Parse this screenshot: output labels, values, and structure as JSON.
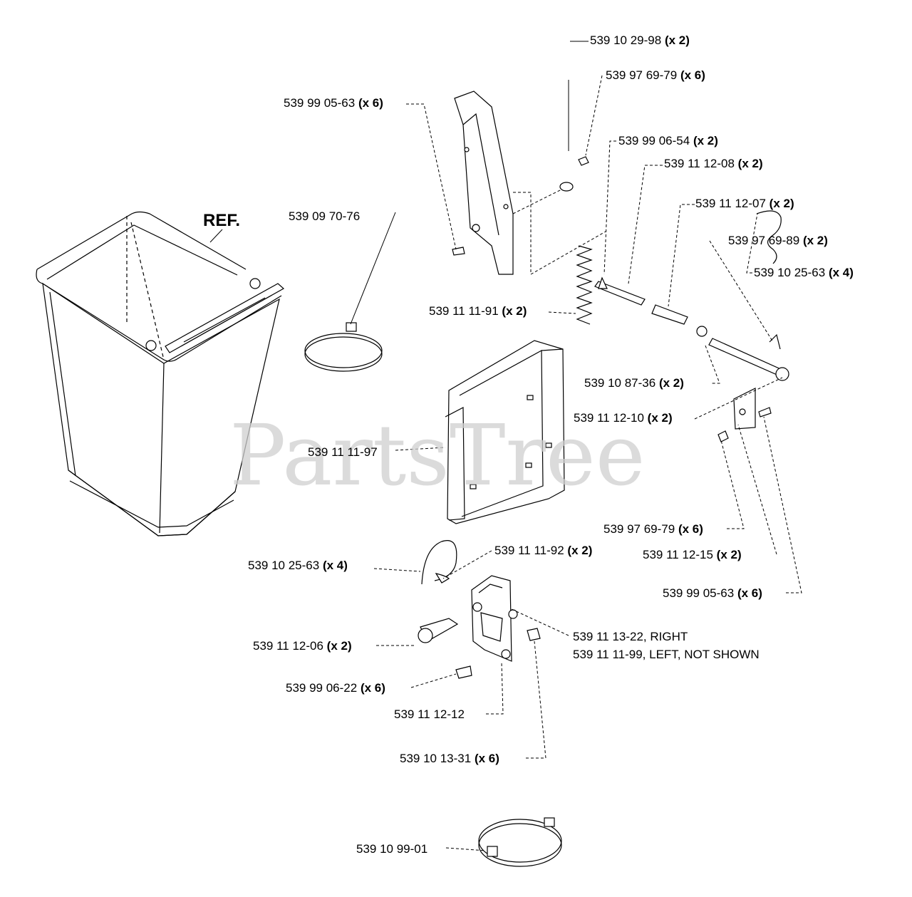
{
  "watermark": "PartsTree",
  "ref_label": "REF.",
  "labels": {
    "l01": {
      "part": "539 10 29-98",
      "qty": "(x 2)"
    },
    "l02": {
      "part": "539 97 69-79",
      "qty": "(x 6)"
    },
    "l03": {
      "part": "539 99 05-63",
      "qty": "(x 6)"
    },
    "l04": {
      "part": "539 99 06-54",
      "qty": "(x 2)"
    },
    "l05": {
      "part": "539 11 12-08",
      "qty": "(x 2)"
    },
    "l06": {
      "part": "539 11 12-07",
      "qty": "(x 2)"
    },
    "l07": {
      "part": "539 09 70-76",
      "qty": ""
    },
    "l08": {
      "part": "539 97 69-89",
      "qty": "(x 2)"
    },
    "l09": {
      "part": "539 10 25-63",
      "qty": "(x 4)"
    },
    "l10": {
      "part": "539 11 11-91",
      "qty": "(x 2)"
    },
    "l11": {
      "part": "539 10 87-36",
      "qty": "(x 2)"
    },
    "l12": {
      "part": "539 11 12-10",
      "qty": "(x 2)"
    },
    "l13": {
      "part": "539 11 11-97",
      "qty": ""
    },
    "l14": {
      "part": "539 97 69-79",
      "qty": "(x 6)"
    },
    "l15": {
      "part": "539 11 12-15",
      "qty": "(x 2)"
    },
    "l16": {
      "part": "539 10 25-63",
      "qty": "(x 4)"
    },
    "l17": {
      "part": "539 11 11-92",
      "qty": "(x 2)"
    },
    "l18": {
      "part": "539 99 05-63",
      "qty": "(x 6)"
    },
    "l19": {
      "part": "539 11 13-22, RIGHT",
      "qty": ""
    },
    "l20": {
      "part": "539 11 11-99, LEFT, NOT SHOWN",
      "qty": ""
    },
    "l21": {
      "part": "539 11 12-06",
      "qty": "(x 2)"
    },
    "l22": {
      "part": "539 99 06-22",
      "qty": "(x 6)"
    },
    "l23": {
      "part": "539 11 12-12",
      "qty": ""
    },
    "l24": {
      "part": "539 10 13-31",
      "qty": "(x 6)"
    },
    "l25": {
      "part": "539 10 99-01",
      "qty": ""
    }
  }
}
